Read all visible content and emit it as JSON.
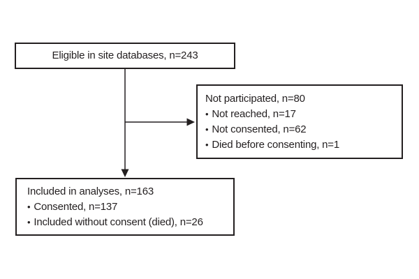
{
  "figure": {
    "background_color": "#ffffff",
    "line_color": "#231f20",
    "bullet_glyph": "•",
    "boxes": {
      "eligible": {
        "label": "Eligible in site databases, n=243"
      },
      "not_participated": {
        "title": "Not participated, n=80",
        "items": [
          "Not reached, n=17",
          "Not consented, n=62",
          "Died before consenting, n=1"
        ]
      },
      "included": {
        "title": "Included in analyses, n=163",
        "items": [
          "Consented, n=137",
          "Included without consent (died), n=26"
        ]
      }
    }
  }
}
